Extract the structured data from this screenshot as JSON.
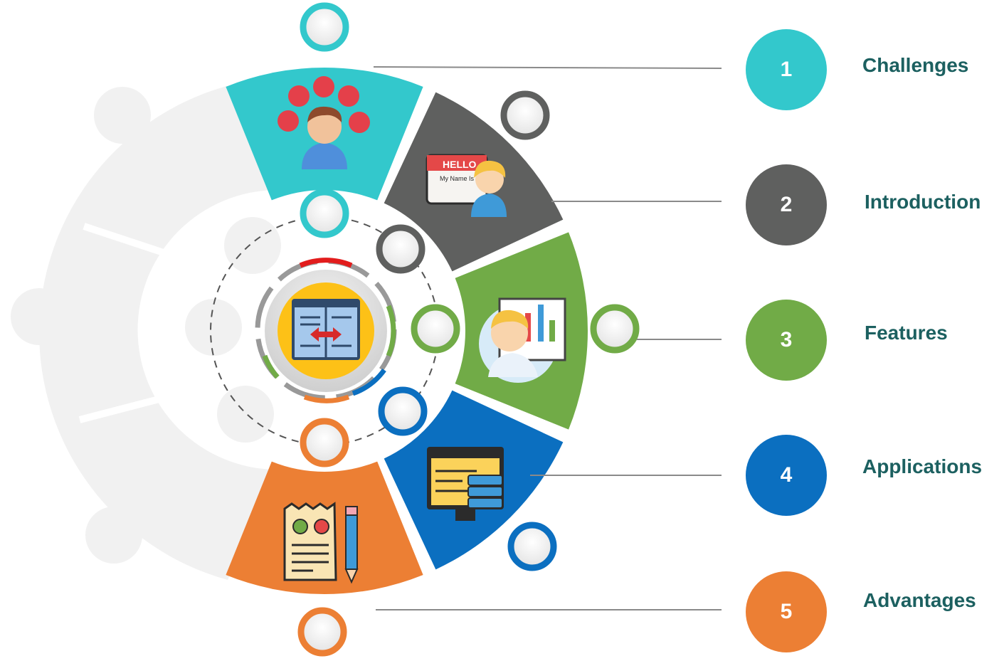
{
  "items": [
    {
      "number": "1",
      "label": "Challenges",
      "color": "#33c8cc",
      "icon": "person-alert-icon"
    },
    {
      "number": "2",
      "label": "Introduction",
      "color": "#5f605f",
      "icon": "name-tag-person-icon"
    },
    {
      "number": "3",
      "label": "Features",
      "color": "#71ab47",
      "icon": "presenter-chart-icon"
    },
    {
      "number": "4",
      "label": "Applications",
      "color": "#0b6fc0",
      "icon": "code-monitor-server-icon"
    },
    {
      "number": "5",
      "label": "Advantages",
      "color": "#ec7f34",
      "icon": "receipt-pencil-icon"
    }
  ],
  "center": {
    "icon": "document-compare-icon"
  },
  "badge_text": {
    "hello": "HELLO",
    "name": "My Name Is"
  }
}
